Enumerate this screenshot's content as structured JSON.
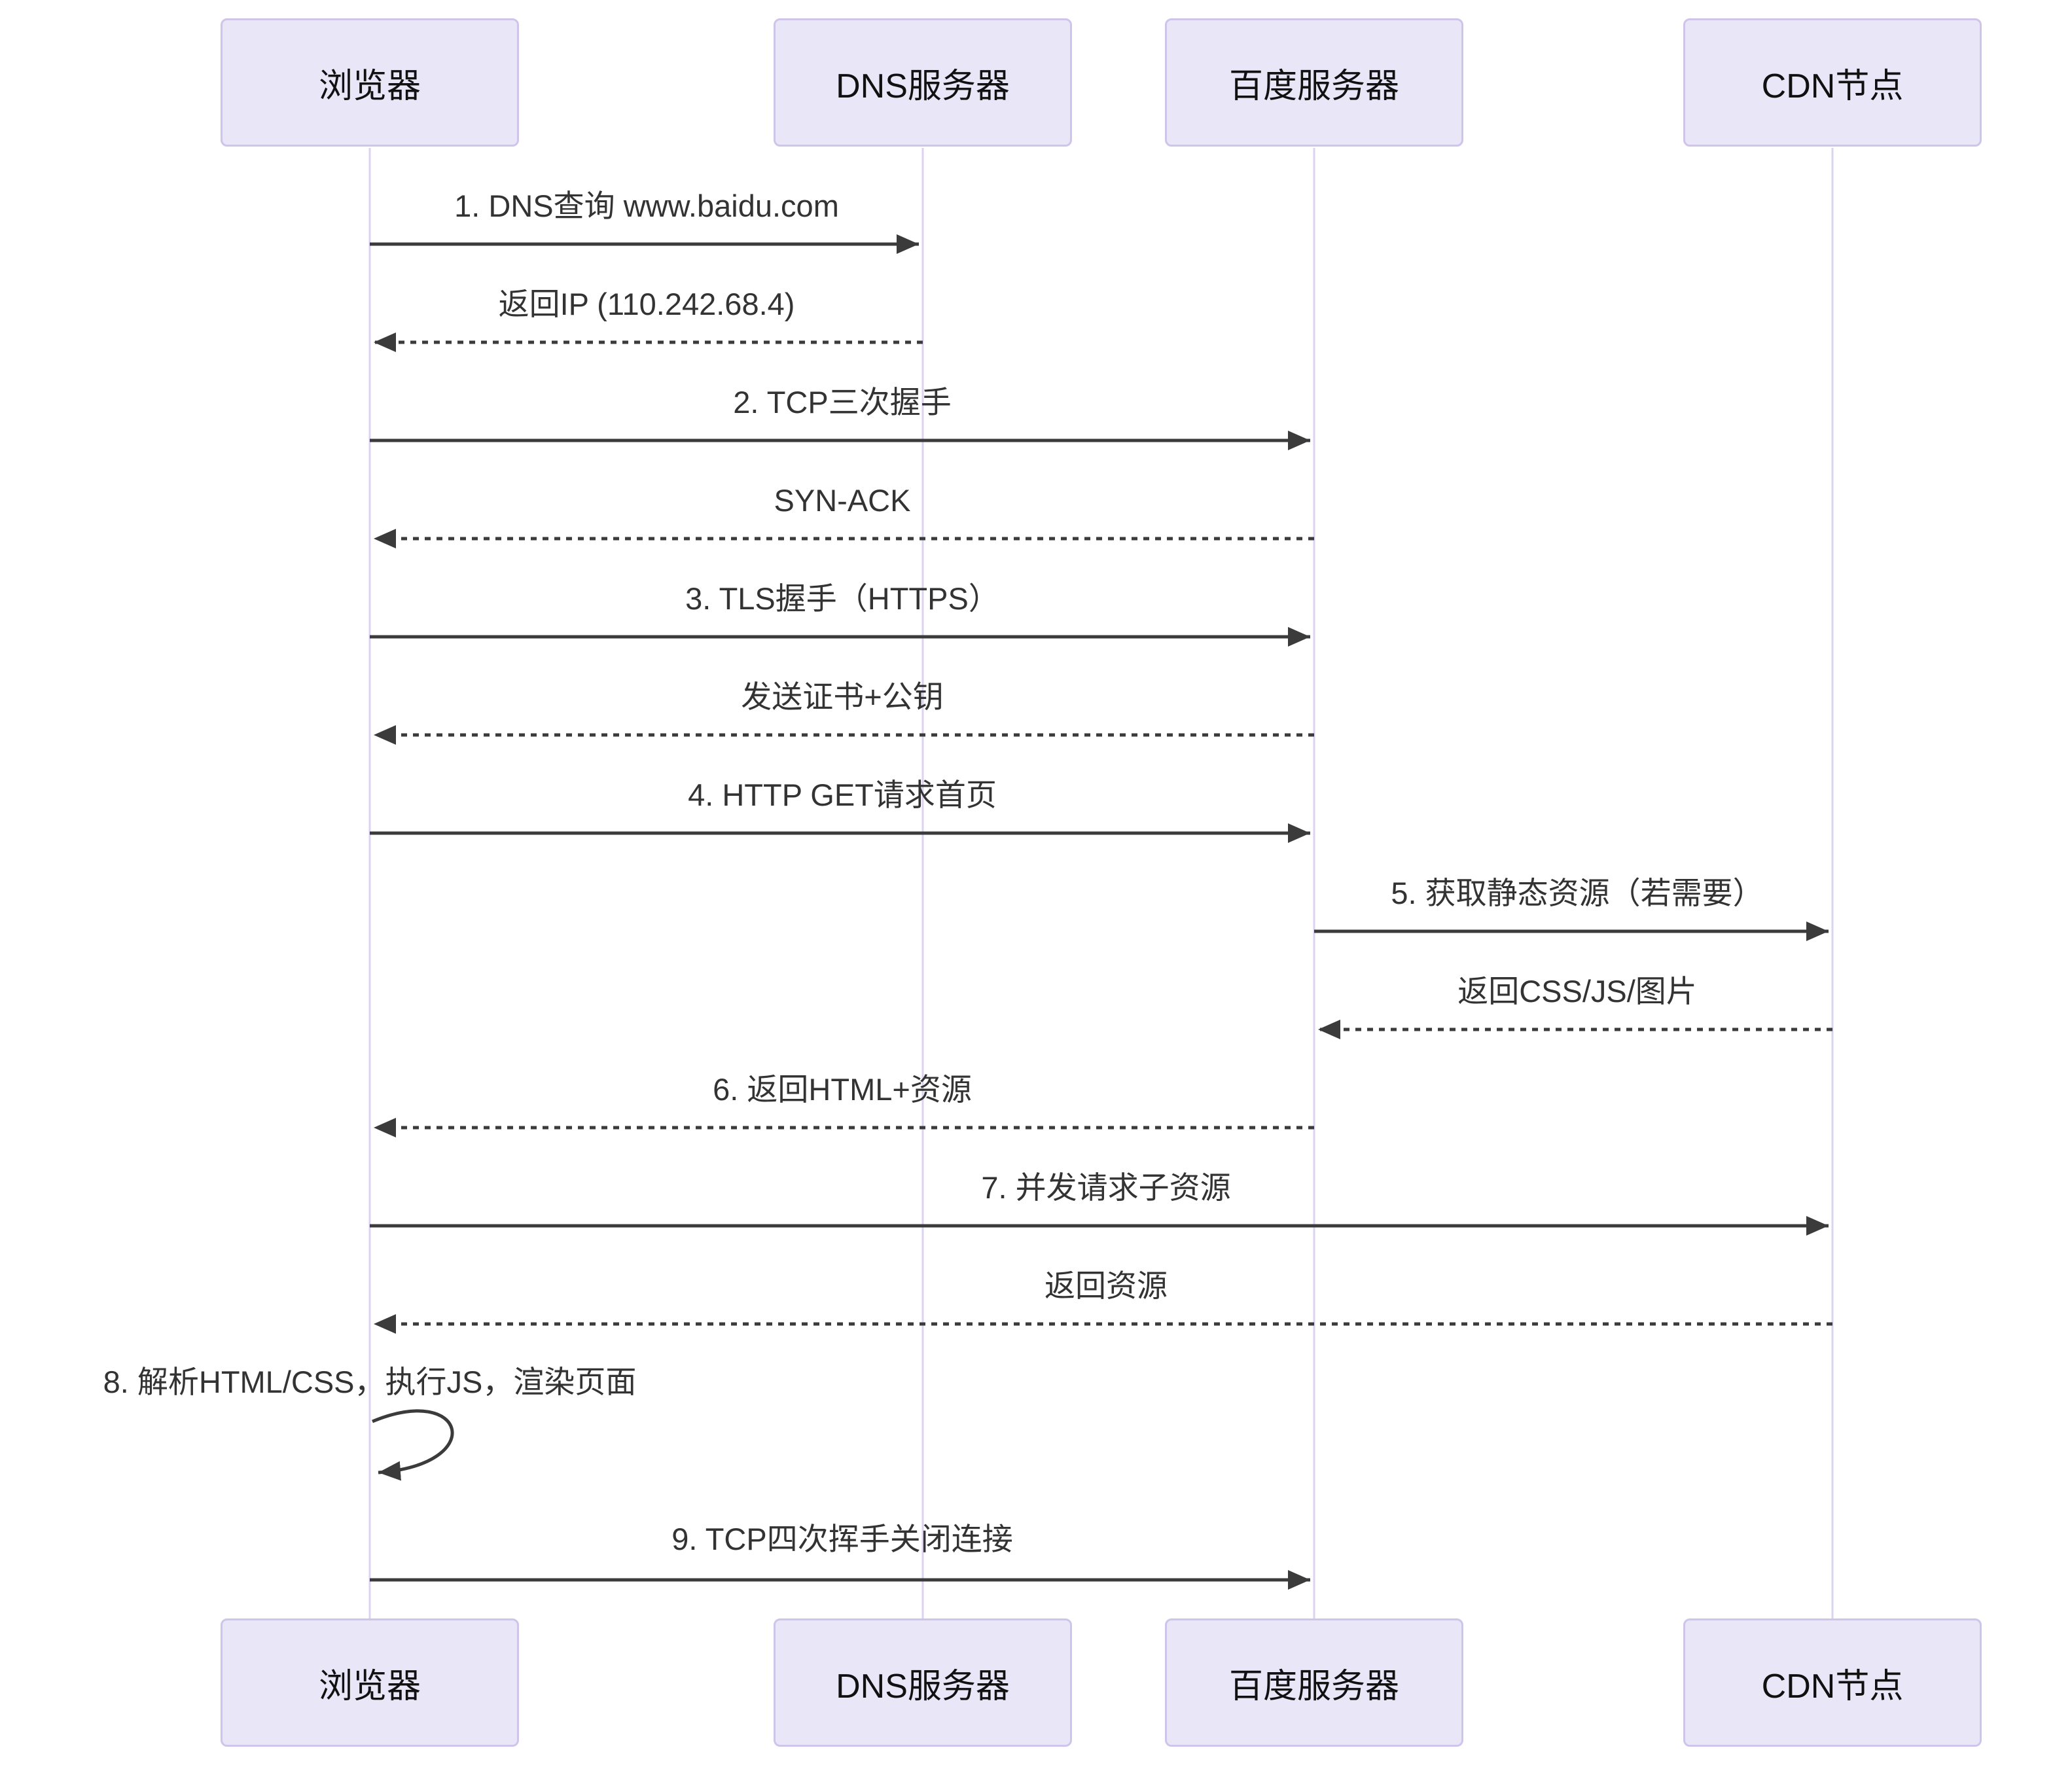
{
  "diagram": {
    "type": "sequence-diagram",
    "topic": "Loading www.baidu.com",
    "background": "#ffffff",
    "actors": [
      {
        "id": "browser",
        "label": "浏览器"
      },
      {
        "id": "dns",
        "label": "DNS服务器"
      },
      {
        "id": "baidu",
        "label": "百度服务器"
      },
      {
        "id": "cdn",
        "label": "CDN节点"
      }
    ],
    "messages": [
      {
        "from": "browser",
        "to": "dns",
        "line": "solid",
        "label": "1. DNS查询 www.baidu.com"
      },
      {
        "from": "dns",
        "to": "browser",
        "line": "dashed",
        "label": "返回IP (110.242.68.4)"
      },
      {
        "from": "browser",
        "to": "baidu",
        "line": "solid",
        "label": "2. TCP三次握手"
      },
      {
        "from": "baidu",
        "to": "browser",
        "line": "dashed",
        "label": "SYN-ACK"
      },
      {
        "from": "browser",
        "to": "baidu",
        "line": "solid",
        "label": "3. TLS握手（HTTPS）"
      },
      {
        "from": "baidu",
        "to": "browser",
        "line": "dashed",
        "label": "发送证书+公钥"
      },
      {
        "from": "browser",
        "to": "baidu",
        "line": "solid",
        "label": "4. HTTP GET请求首页"
      },
      {
        "from": "baidu",
        "to": "cdn",
        "line": "solid",
        "label": "5. 获取静态资源（若需要）"
      },
      {
        "from": "cdn",
        "to": "baidu",
        "line": "dashed",
        "label": "返回CSS/JS/图片"
      },
      {
        "from": "baidu",
        "to": "browser",
        "line": "dashed",
        "label": "6. 返回HTML+资源"
      },
      {
        "from": "browser",
        "to": "cdn",
        "line": "solid",
        "label": "7. 并发请求子资源"
      },
      {
        "from": "cdn",
        "to": "browser",
        "line": "dashed",
        "label": "返回资源"
      },
      {
        "from": "browser",
        "to": "browser",
        "line": "self",
        "label": "8. 解析HTML/CSS，执行JS，渲染页面"
      },
      {
        "from": "browser",
        "to": "baidu",
        "line": "solid",
        "label": "9. TCP四次挥手关闭连接"
      }
    ],
    "colors": {
      "actor_fill": "#E9E6F8",
      "actor_border": "#CFC4EA",
      "lifeline": "#DCD3F2",
      "message_text": "#333333",
      "arrow": "#3B3B3B"
    }
  }
}
